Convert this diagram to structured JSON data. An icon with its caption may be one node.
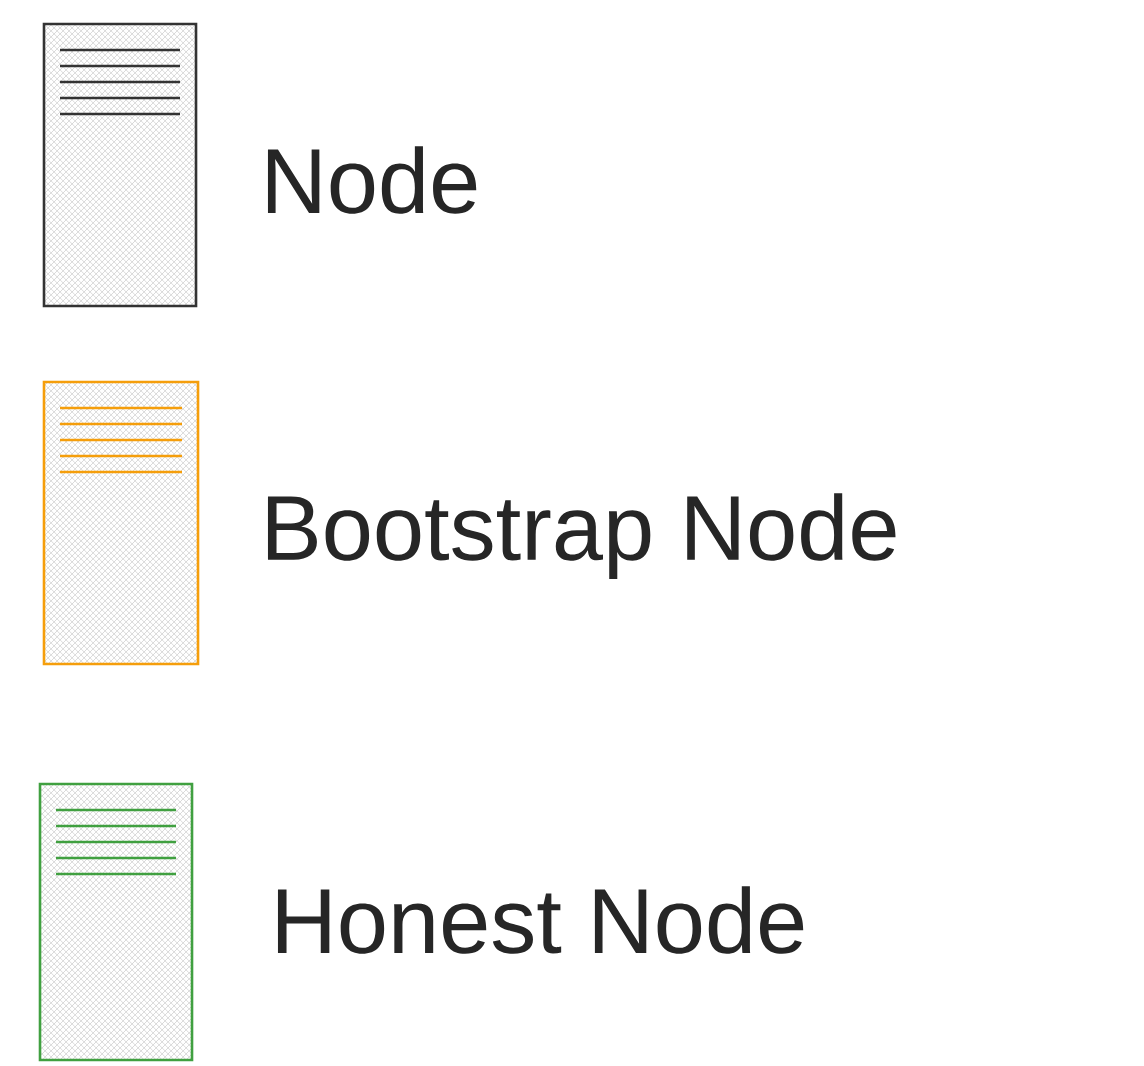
{
  "diagram": {
    "legend": [
      {
        "text": "Node"
      },
      {
        "text": "Bootstrap Node"
      },
      {
        "text": "Honest Node"
      }
    ]
  }
}
